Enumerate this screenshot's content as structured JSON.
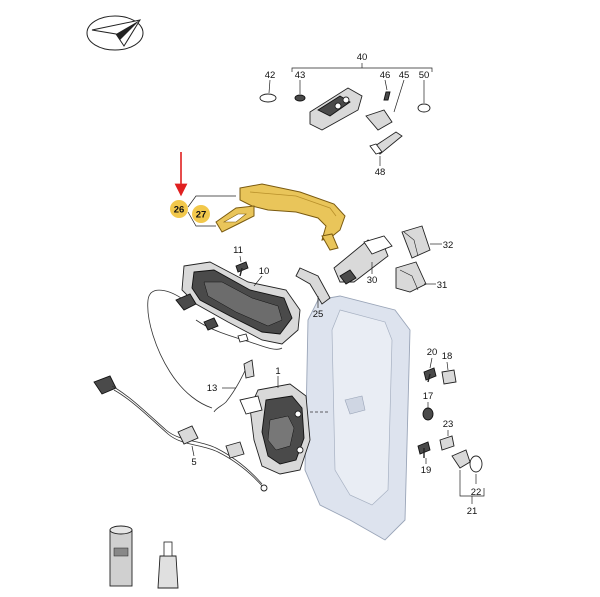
{
  "labels": {
    "p1": "1",
    "p5": "5",
    "p10": "10",
    "p11": "11",
    "p13": "13",
    "p17": "17",
    "p18": "18",
    "p19": "19",
    "p20": "20",
    "p21": "21",
    "p22": "22",
    "p23": "23",
    "p25": "25",
    "p26": "26",
    "p27": "27",
    "p30": "30",
    "p31": "31",
    "p32": "32",
    "p40": "40",
    "p42": "42",
    "p43": "43",
    "p45": "45",
    "p46": "46",
    "p48": "48",
    "p50": "50"
  },
  "colors": {
    "highlight": "#f2c84b",
    "handle": "#e9c55a",
    "arrow": "#e02020",
    "door_panel": "#dde3ee"
  },
  "icons": {
    "logo": "paper-plane-logo-icon",
    "pointer": "red-down-arrow-icon"
  }
}
